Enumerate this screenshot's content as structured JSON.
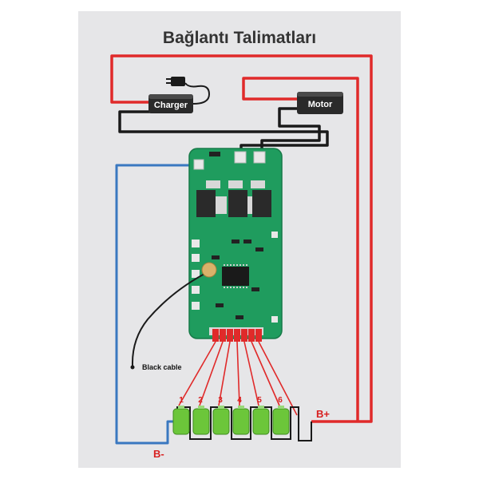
{
  "title": "Bağlantı Talimatları",
  "charger_label": "Charger",
  "motor_label": "Motor",
  "black_cable_label": "Black cable",
  "b_minus_label": "B-",
  "b_plus_label": "B+",
  "cell_numbers": [
    "1",
    "2",
    "3",
    "4",
    "5",
    "6"
  ],
  "colors": {
    "red_wire": "#e02a2a",
    "blue_wire": "#3a78c0",
    "black_wire": "#1a1a1a",
    "pcb_green": "#1f9c5e",
    "battery_green": "#6cc63a",
    "background": "#e6e6e8"
  },
  "icons": [
    "plug-icon",
    "battery-icon",
    "bms-board",
    "chip-icon",
    "thermistor-icon"
  ]
}
